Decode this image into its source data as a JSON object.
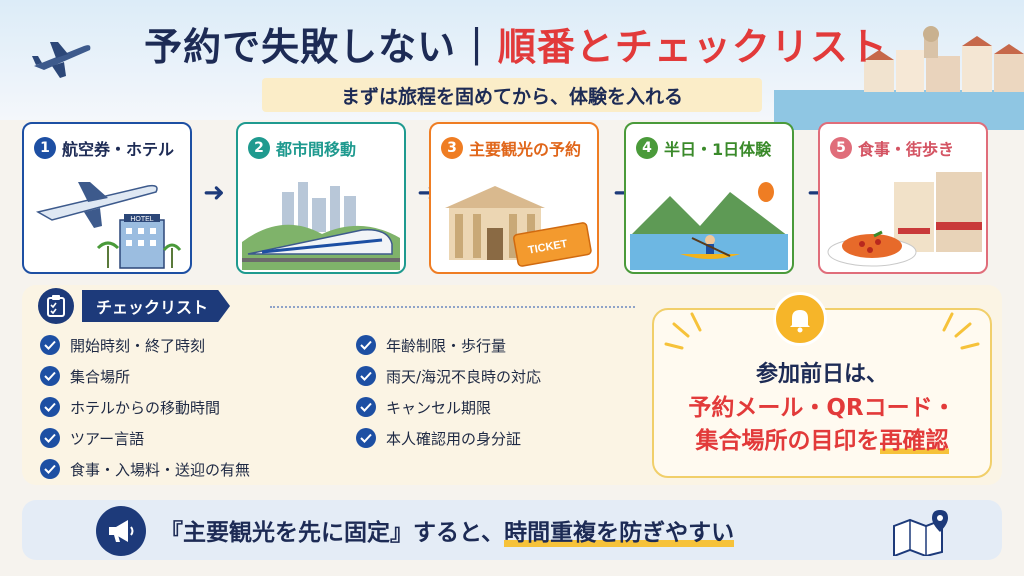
{
  "title": {
    "main": "予約で失敗しない",
    "separator": "|",
    "accent": "順番とチェックリスト"
  },
  "subtitle": "まずは旅程を固めてから、体験を入れる",
  "steps": [
    {
      "num": "1",
      "label": "航空券・ホテル",
      "color": "#1d4fa3"
    },
    {
      "num": "2",
      "label": "都市間移動",
      "color": "#1f9a8f"
    },
    {
      "num": "3",
      "label": "主要観光の予約",
      "color": "#ef7d23"
    },
    {
      "num": "4",
      "label": "半日・1日体験",
      "color": "#4a9a3a"
    },
    {
      "num": "5",
      "label": "食事・街歩き",
      "color": "#e06d7a"
    }
  ],
  "illustration_text": {
    "hotel_sign": "HOTEL",
    "ticket": "TICKET"
  },
  "checklist": {
    "heading": "チェックリスト",
    "left": [
      "開始時刻・終了時刻",
      "集合場所",
      "ホテルからの移動時間",
      "ツアー言語",
      "食事・入場料・送迎の有無"
    ],
    "right": [
      "年齢制限・歩行量",
      "雨天/海況不良時の対応",
      "キャンセル期限",
      "本人確認用の身分証"
    ]
  },
  "callout": {
    "line1": "参加前日は、",
    "line2": "予約メール・QRコード・",
    "line3_a": "集合場所の目印を",
    "line3_b": "再確認"
  },
  "bottom": {
    "part1": "『主要観光を先に固定』すると、",
    "part2": "時間重複を防ぎやすい"
  },
  "colors": {
    "navy": "#1d2b55",
    "red": "#e23a3a",
    "highlight": "#f6c23a"
  }
}
